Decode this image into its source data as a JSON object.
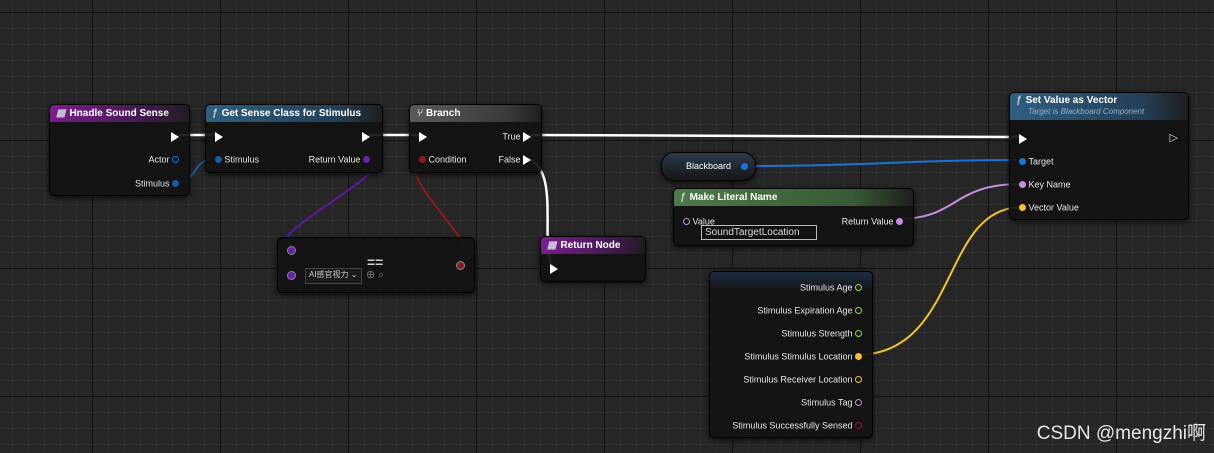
{
  "colors": {
    "exec": "#ffffff",
    "object": "#1a73d9",
    "class": "#6a1fa8",
    "bool": "#8e1b1b",
    "name": "#c78ee0",
    "vector": "#f2c133",
    "float": "#8ae62a",
    "struct": "#1a5b9e"
  },
  "nodes": {
    "handle_sound": {
      "title": "Hnadle Sound Sense",
      "pins": [
        "Actor",
        "Stimulus"
      ]
    },
    "get_sense_class": {
      "title": "Get Sense Class for Stimulus",
      "pins": [
        "Stimulus",
        "Return Value"
      ]
    },
    "branch": {
      "title": "Branch",
      "pins": [
        "Condition",
        "True",
        "False"
      ]
    },
    "equal": {
      "symbol": "==",
      "dropdown": "AI感官视力"
    },
    "return_node": {
      "title": "Return Node"
    },
    "blackboard": {
      "label": "Blackboard"
    },
    "make_literal": {
      "title": "Make Literal Name",
      "value_label": "Value",
      "return_label": "Return Value",
      "input_value": "SoundTargetLocation"
    },
    "set_value": {
      "title": "Set Value as Vector",
      "subtitle": "Target is Blackboard Component",
      "pins": [
        "Target",
        "Key Name",
        "Vector Value"
      ]
    },
    "stimulus_break": {
      "pins": [
        "Stimulus Age",
        "Stimulus Expiration Age",
        "Stimulus Strength",
        "Stimulus Stimulus Location",
        "Stimulus Receiver Location",
        "Stimulus Tag",
        "Stimulus Successfully Sensed"
      ]
    }
  },
  "watermark": "CSDN @mengzhi啊"
}
